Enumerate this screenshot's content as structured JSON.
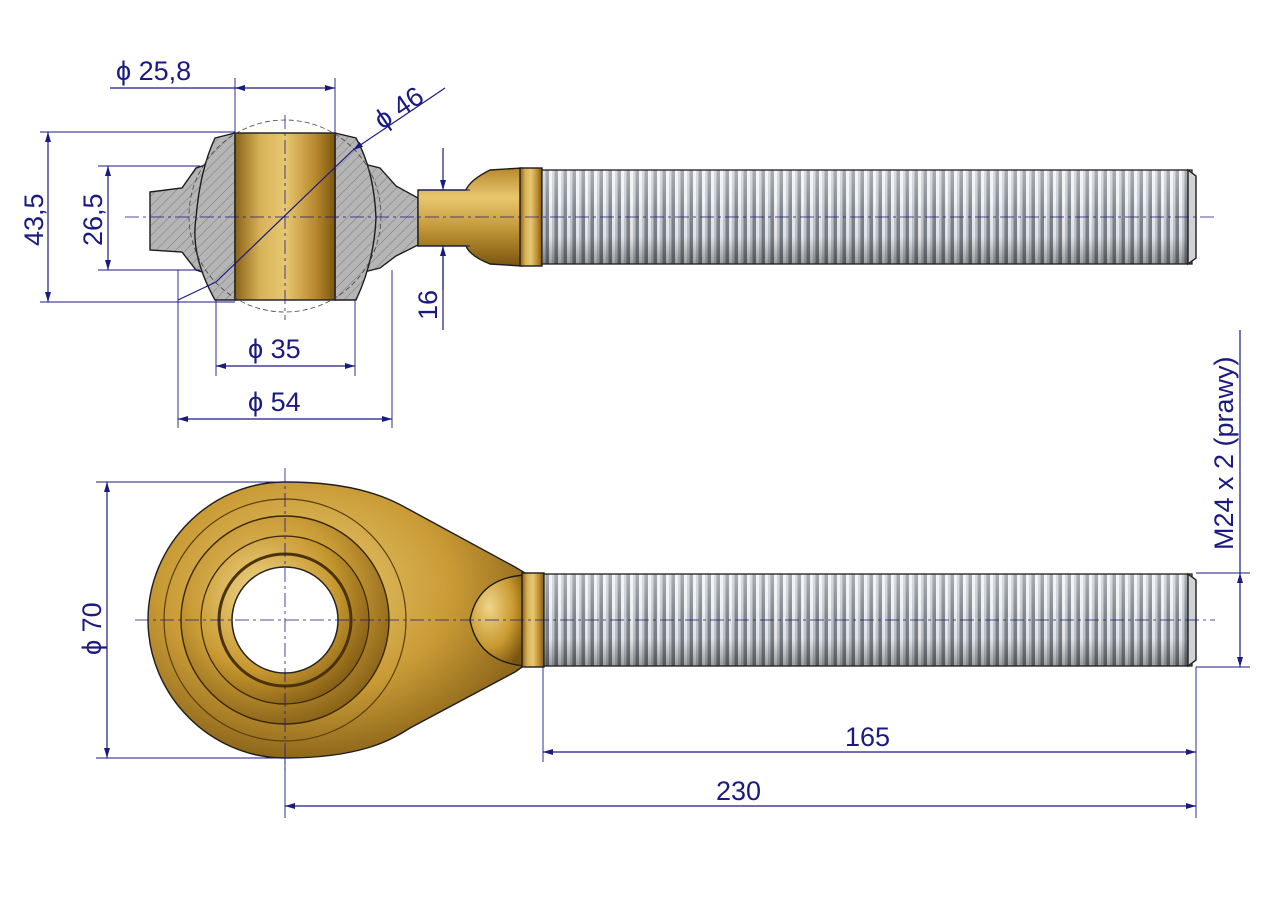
{
  "colors": {
    "dimension": "#1a1a80",
    "brass_light": "#e6c166",
    "brass_mid": "#c89a32",
    "brass_dark": "#7a5510",
    "thread_light": "#d9dde2",
    "thread_dark": "#6d737a",
    "section_gray": "#b3b3b3"
  },
  "dimensions": {
    "bore_inner_diameter": "ϕ 25,8",
    "ball_diameter": "ϕ 46",
    "ball_height": "43,5",
    "inner_height": "26,5",
    "neck_diameter": "16",
    "bore_outer_diameter": "ϕ 35",
    "housing_diameter": "ϕ 54",
    "eye_diameter": "ϕ 70",
    "thread_spec": "M24 x 2  (prawy)",
    "thread_length": "165",
    "total_length": "230"
  }
}
